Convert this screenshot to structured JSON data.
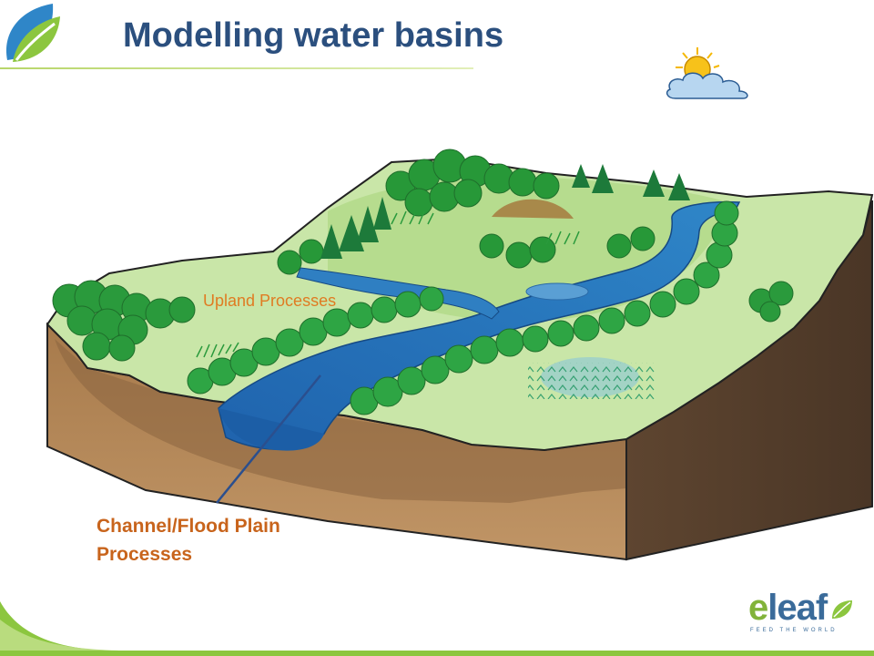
{
  "slide": {
    "title": "Modelling water basins",
    "labels": {
      "upland": "Upland Processes",
      "channel_line1": "Channel/Flood Plain",
      "channel_line2": "Processes"
    }
  },
  "brand": {
    "logo_icon": "leaf-icon",
    "wordmark_e": "e",
    "wordmark_rest": "leaf",
    "tagline": "FEED THE WORLD"
  },
  "colors": {
    "title": "#2b4f7e",
    "label_upland": "#e07b22",
    "label_channel": "#c8641c",
    "river": "#1f6fb8",
    "grass": "#c9e6a8",
    "soil": "#b4875a",
    "tree": "#2a9a3c",
    "accent_green": "#8cc63f"
  }
}
